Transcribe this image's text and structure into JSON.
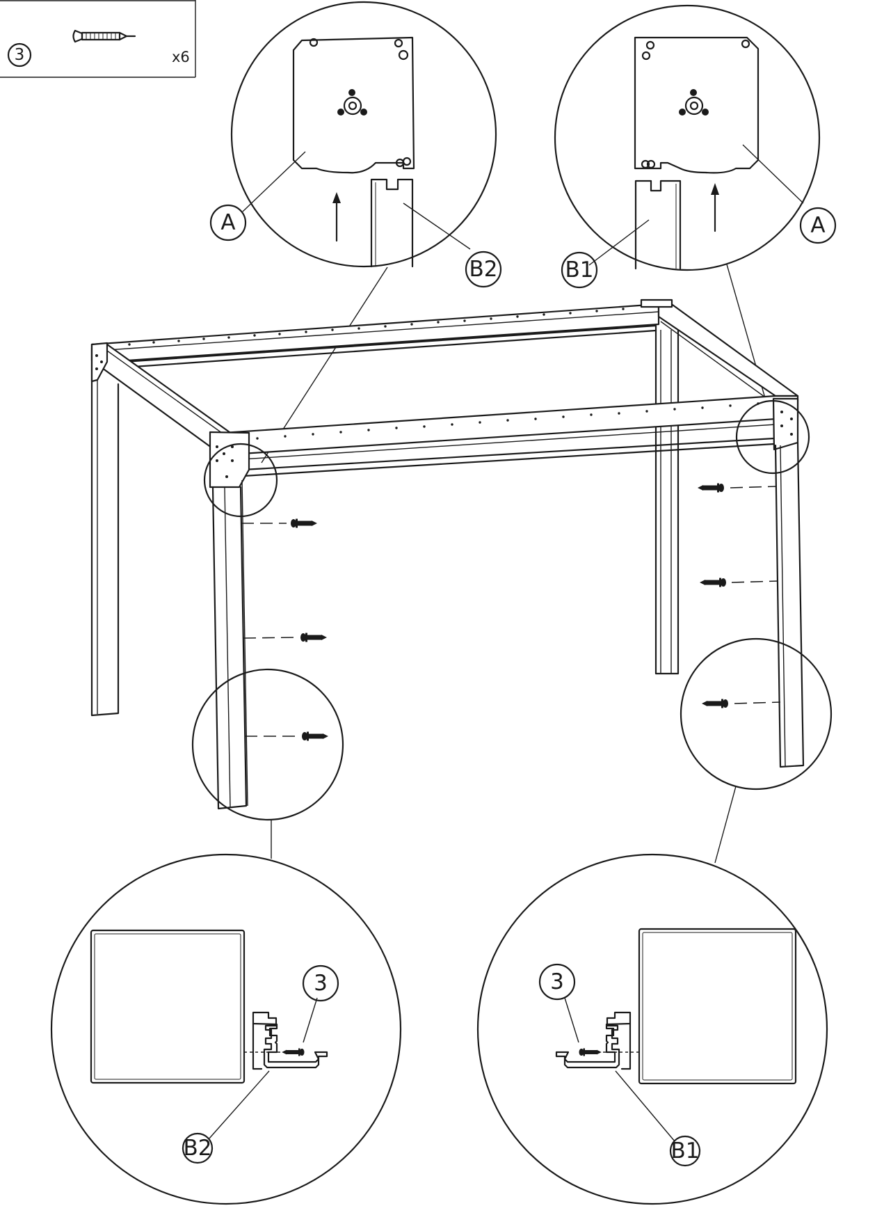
{
  "parts_box": {
    "part_number": "3",
    "quantity": "x6",
    "icon": "screw-icon"
  },
  "labels": {
    "part_a": "A",
    "part_b1": "B1",
    "part_b2": "B2",
    "screw": "3"
  },
  "colors": {
    "line": "#1a1a1a",
    "background": "#ffffff"
  }
}
